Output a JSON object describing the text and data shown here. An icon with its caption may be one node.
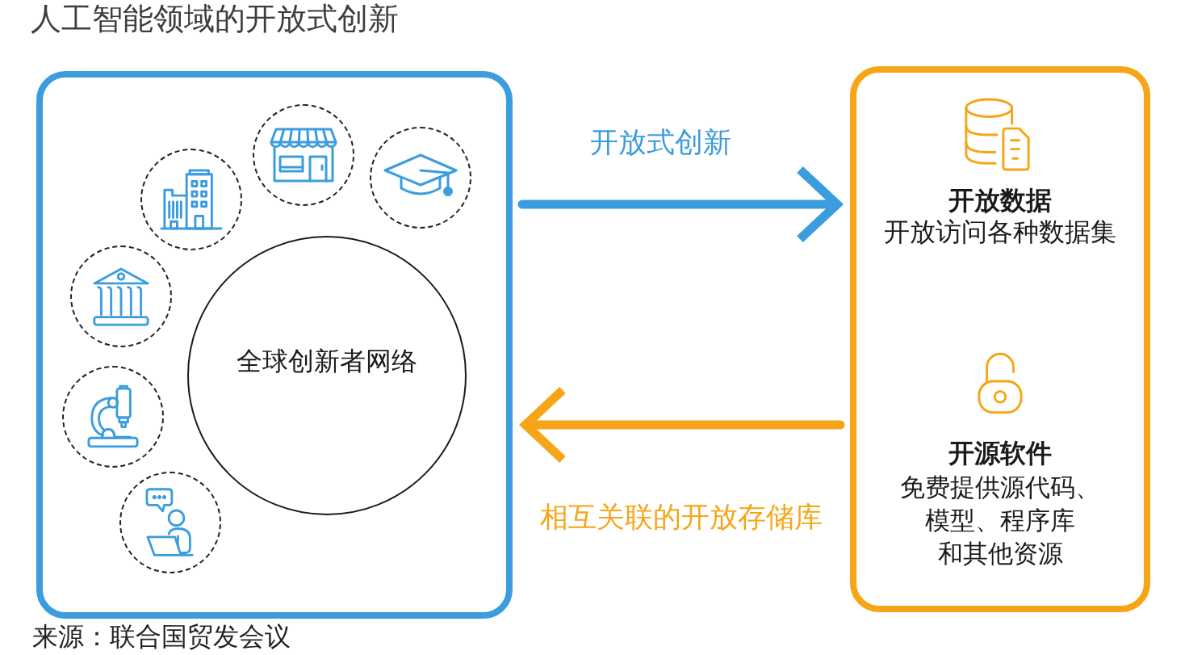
{
  "diagram": {
    "title": "人工智能领域的开放式创新",
    "nodes": [
      {
        "text": [],
        "shape": "box"
      },
      {
        "text": [
          "全球创新者网络"
        ],
        "in": 0
      },
      {
        "text": [],
        "shape": "circle",
        "in": 0
      },
      {
        "text": [],
        "shape": "circle",
        "in": 0
      },
      {
        "text": [],
        "shape": "circle",
        "in": 0
      },
      {
        "text": [],
        "shape": "circle",
        "in": 0
      },
      {
        "text": [],
        "shape": "circle",
        "in": 0
      },
      {
        "text": [],
        "shape": "circle",
        "in": 0
      },
      {
        "text": [
          "开放数据",
          "开放访问各种数据集",
          "开源软件",
          "免费提供源代码、模型、程序库和其他资源"
        ]
      }
    ],
    "edges": [
      {
        "from": 0,
        "to": 8,
        "arrow": "to",
        "label": "开放式创新",
        "color": "#3b9ddd"
      },
      {
        "from": 8,
        "to": 0,
        "arrow": "to",
        "label": "相互关联的开放存储库",
        "color": "#f5a516"
      }
    ],
    "labels": [
      "来源：联合国贸发会议"
    ]
  }
}
